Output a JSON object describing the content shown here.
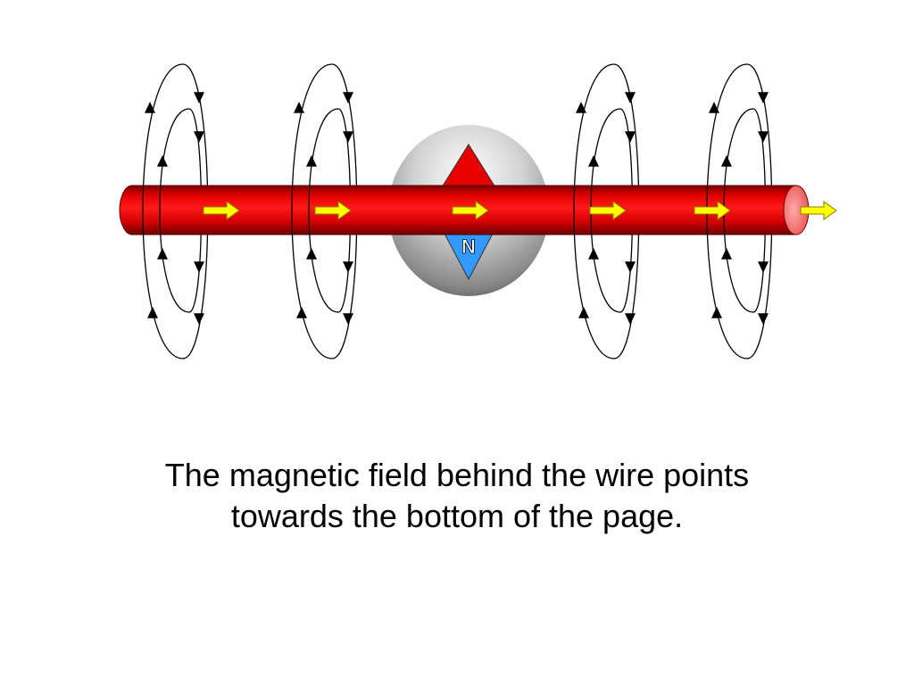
{
  "compass": {
    "pole_label": "N",
    "north_color": "#e60000",
    "south_color": "#3399ff"
  },
  "wire": {
    "color": "#dd0000",
    "current_arrow_color": "#ffff00"
  },
  "field_loops": {
    "color": "#000000",
    "count": 4
  },
  "caption": {
    "line1": "The magnetic field behind the wire points",
    "line2": "towards the bottom of the page."
  }
}
